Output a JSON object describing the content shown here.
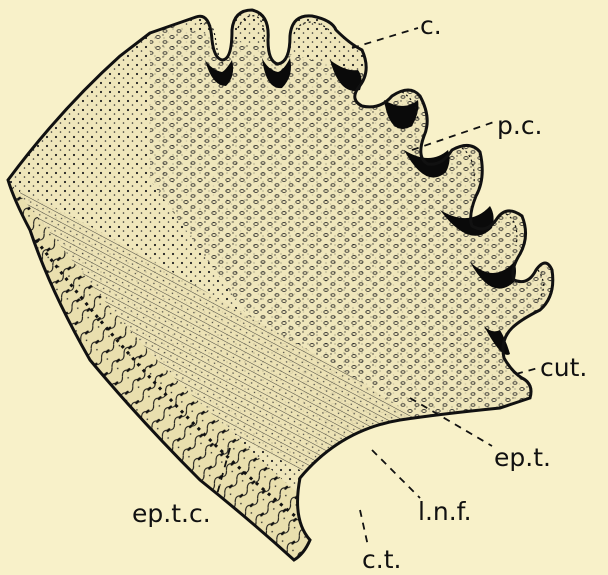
{
  "labels": {
    "c": "c.",
    "pc": "p.c.",
    "cut": "cut.",
    "ept": "ep.t.",
    "eptc": "ep.t.c.",
    "lnf": "l.n.f.",
    "ct": "c.t."
  },
  "colors": {
    "background": "#f8f1c9",
    "ink": "#111111",
    "tissue": "#efe6bb"
  }
}
